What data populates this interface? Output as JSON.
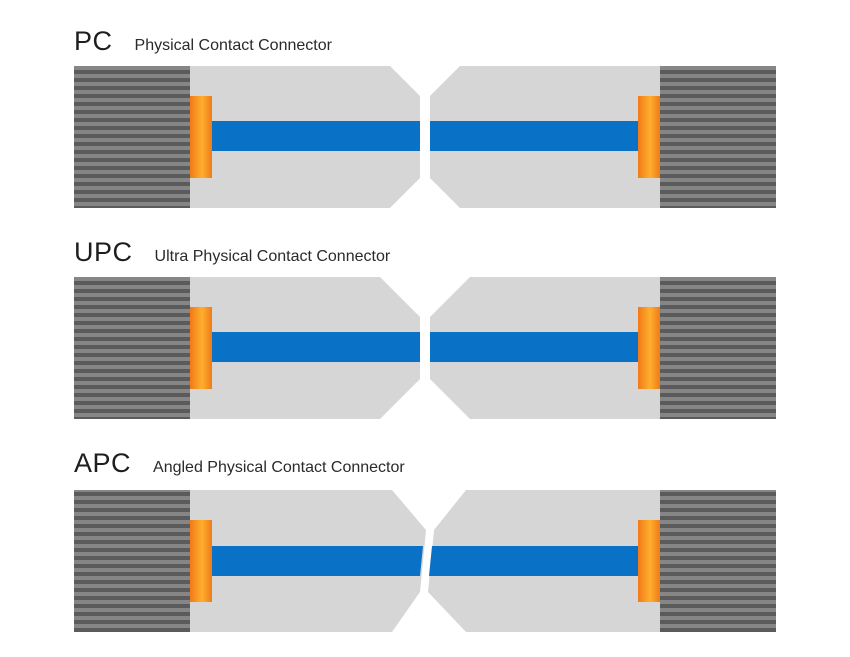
{
  "connectors": [
    {
      "abbr": "PC",
      "name": "Physical Contact Connector"
    },
    {
      "abbr": "UPC",
      "name": "Ultra Physical Contact Connector"
    },
    {
      "abbr": "APC",
      "name": "Angled Physical Contact Connector"
    }
  ],
  "colors": {
    "ferrule": "#d6d6d6",
    "fiber_core": "#0a6fc2",
    "fiber_base": "#0a72c6",
    "stopper_outer": "#f07a18",
    "stopper_inner": "#ffae2e",
    "housing_dark": "#5b5b5b",
    "housing_light": "#868686"
  }
}
